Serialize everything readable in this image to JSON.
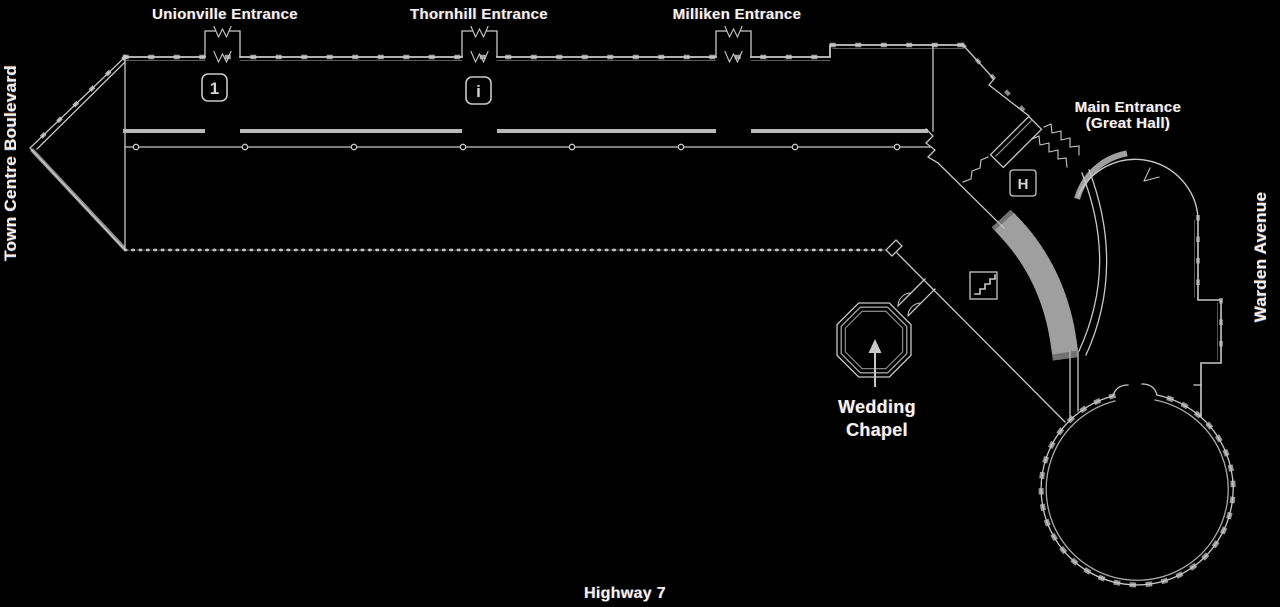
{
  "map": {
    "street_labels": {
      "left_vertical": "Town Centre Boulevard",
      "right_vertical": "Warden Avenue",
      "bottom": "Highway 7"
    },
    "entrance_labels": {
      "unionville": "Unionville Entrance",
      "thornhill": "Thornhill Entrance",
      "milliken": "Milliken Entrance",
      "main_line1": "Main Entrance",
      "main_line2": "(Great Hall)"
    },
    "area_labels": {
      "wedding_chapel_line1": "Wedding",
      "wedding_chapel_line2": "Chapel"
    },
    "icons": {
      "marker_one_glyph": "1",
      "information_glyph": "i",
      "elevator_glyph": "H",
      "stairs": "stairs-icon"
    },
    "colors": {
      "background": "#000000",
      "line": "#c8c8c8",
      "line_dim": "#8f8f8f",
      "line_thick": "#b9b9b9",
      "text": "#f1f1f1"
    }
  }
}
